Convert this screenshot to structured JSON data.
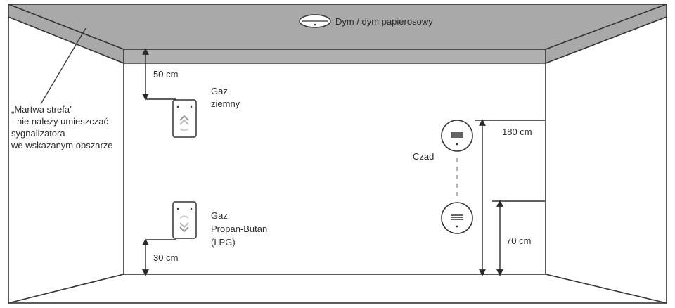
{
  "ceiling_label": "Dym / dym papierosowy",
  "dead_zone_lines": [
    "„Martwa strefa”",
    "- nie należy umieszczać",
    "sygnalizatora",
    "we wskazanym obszarze"
  ],
  "natural_gas_lines": [
    "Gaz",
    "ziemny"
  ],
  "lpg_lines": [
    "Gaz",
    "Propan-Butan",
    "(LPG)"
  ],
  "co_label": "Czad",
  "dims": {
    "ceiling_gap": "50 cm",
    "floor_gap": "30 cm",
    "co_upper": "180 cm",
    "co_lower": "70 cm"
  },
  "colors": {
    "ceiling_band": "#a9a9a9",
    "line": "#333333"
  }
}
